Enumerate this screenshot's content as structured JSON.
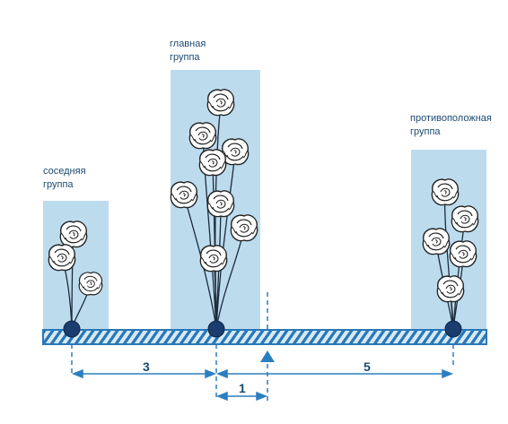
{
  "groups": {
    "neighbor": {
      "line1": "соседняя",
      "line2": "группа"
    },
    "main": {
      "line1": "главная",
      "line2": "группа"
    },
    "opposite": {
      "line1": "противоположная",
      "line2": "группа"
    }
  },
  "dimensions": {
    "left": "3",
    "right": "5",
    "offset": "1"
  },
  "colors": {
    "panel": "#bcdcee",
    "base": "#2a78b8",
    "base_fill": "#d6eaf6",
    "stem": "#1c2b3a",
    "dimension_line": "#2a7fc0",
    "root": "#1a3c6e",
    "label_text": "#1c4a72"
  },
  "icons": {
    "flower": "rose-icon",
    "axis_marker": "triangle-up-icon"
  }
}
